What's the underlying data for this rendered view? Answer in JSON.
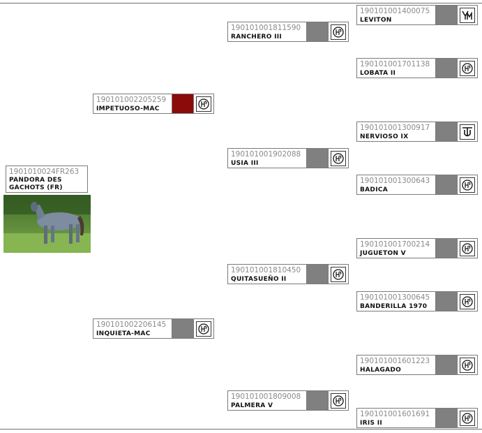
{
  "colors": {
    "border": "#7a7a7a",
    "swatch_gray": "#808080",
    "swatch_red": "#8b0a0a",
    "number_gray": "#8a8a8a"
  },
  "subject": {
    "number": "1901010024FR263",
    "name": "PANDORA DES GACHOTS (FR)",
    "photo_icon": "horse-photo"
  },
  "sire": {
    "number": "190101002205259",
    "name": "IMPETUOSO-MAC",
    "swatch": "#8b0a0a",
    "brand_icon": "hierro-brand-icon"
  },
  "dam": {
    "number": "190101002206145",
    "name": "INQUIETA-MAC",
    "swatch": "#808080",
    "brand_icon": "hierro-brand-icon"
  },
  "grandparents": [
    {
      "number": "190101001811590",
      "name": "RANCHERO III",
      "brand_icon": "hierro-brand-icon"
    },
    {
      "number": "190101001902088",
      "name": "USIA III",
      "brand_icon": "hierro-brand-icon"
    },
    {
      "number": "190101001810450",
      "name": "QUITASUEÑO II",
      "brand_icon": "hierro-brand-icon"
    },
    {
      "number": "190101001809008",
      "name": "PALMERA V",
      "brand_icon": "hierro-brand-icon"
    }
  ],
  "great_grandparents": [
    {
      "number": "190101001400075",
      "name": "LEVITON",
      "brand_icon": "ym-brand-icon"
    },
    {
      "number": "190101001701138",
      "name": "LOBATA II",
      "brand_icon": "hierro-brand-icon"
    },
    {
      "number": "190101001300917",
      "name": "NERVIOSO IX",
      "brand_icon": "tu-brand-icon"
    },
    {
      "number": "190101001300643",
      "name": "BADICA",
      "brand_icon": "hierro-brand-icon"
    },
    {
      "number": "190101001700214",
      "name": "JUGUETON V",
      "brand_icon": "hierro-brand-icon"
    },
    {
      "number": "190101001300645",
      "name": "BANDERILLA 1970",
      "brand_icon": "hierro-brand-icon"
    },
    {
      "number": "190101001601223",
      "name": "HALAGADO",
      "brand_icon": "hierro-brand-icon"
    },
    {
      "number": "190101001601691",
      "name": "IRIS II",
      "brand_icon": "hierro-brand-icon"
    }
  ]
}
